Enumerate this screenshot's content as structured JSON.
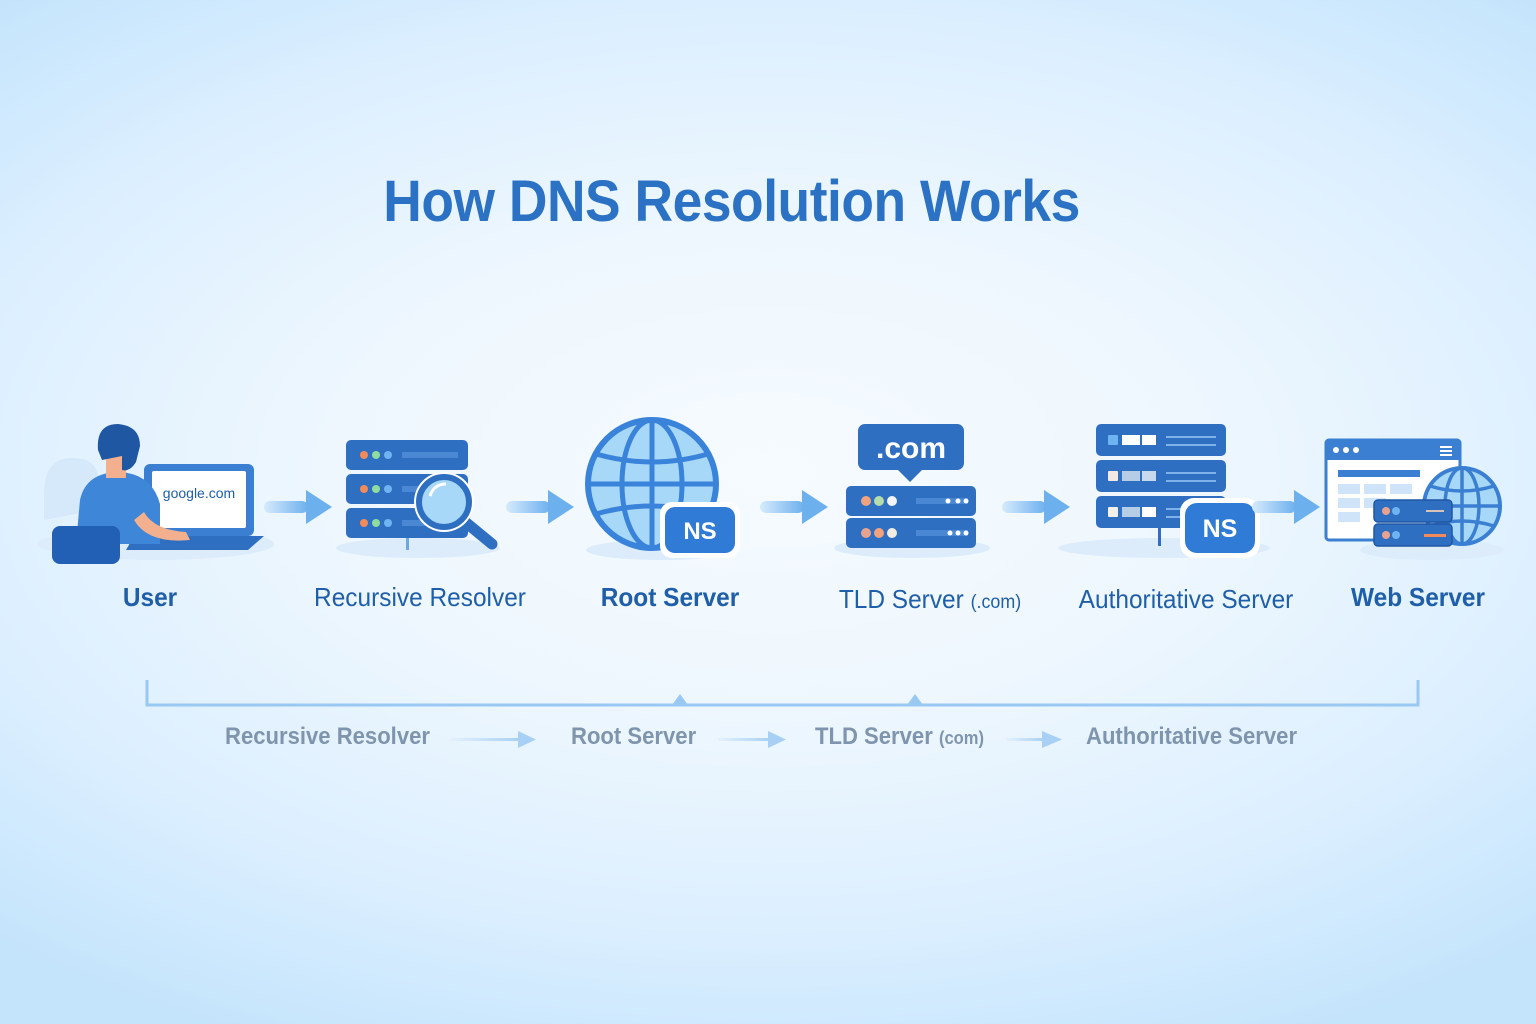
{
  "title": "How DNS Resolution Works",
  "colors": {
    "title": "#2b72c4",
    "label": "#1f5ea8",
    "icon_dark": "#2f6fc2",
    "icon_light": "#a8d8f8",
    "arrow": "#6db0ee",
    "timeline": "#99c8f2",
    "timeline_text": "#7f95ad"
  },
  "steps": [
    {
      "id": "user",
      "label": "User",
      "icon": "user-at-laptop-icon",
      "screen_text": "google.com"
    },
    {
      "id": "recursive-resolver",
      "label": "Recursive Resolver",
      "icon": "server-magnifier-icon"
    },
    {
      "id": "root-server",
      "label": "Root Server",
      "icon": "globe-icon",
      "badge": "NS"
    },
    {
      "id": "tld-server",
      "label": "TLD Server",
      "label_suffix": "(.com)",
      "icon": "server-stack-icon",
      "bubble": ".com"
    },
    {
      "id": "authoritative-server",
      "label": "Authoritative Server",
      "icon": "server-rack-icon",
      "badge": "NS"
    },
    {
      "id": "web-server",
      "label": "Web Server",
      "icon": "browser-globe-server-icon"
    }
  ],
  "flow_arrows": 5,
  "timeline": {
    "items": [
      {
        "label": "Recursive Resolver"
      },
      {
        "label": "Root Server"
      },
      {
        "label": "TLD Server",
        "suffix": "(com)"
      },
      {
        "label": "Authoritative Server"
      }
    ]
  }
}
